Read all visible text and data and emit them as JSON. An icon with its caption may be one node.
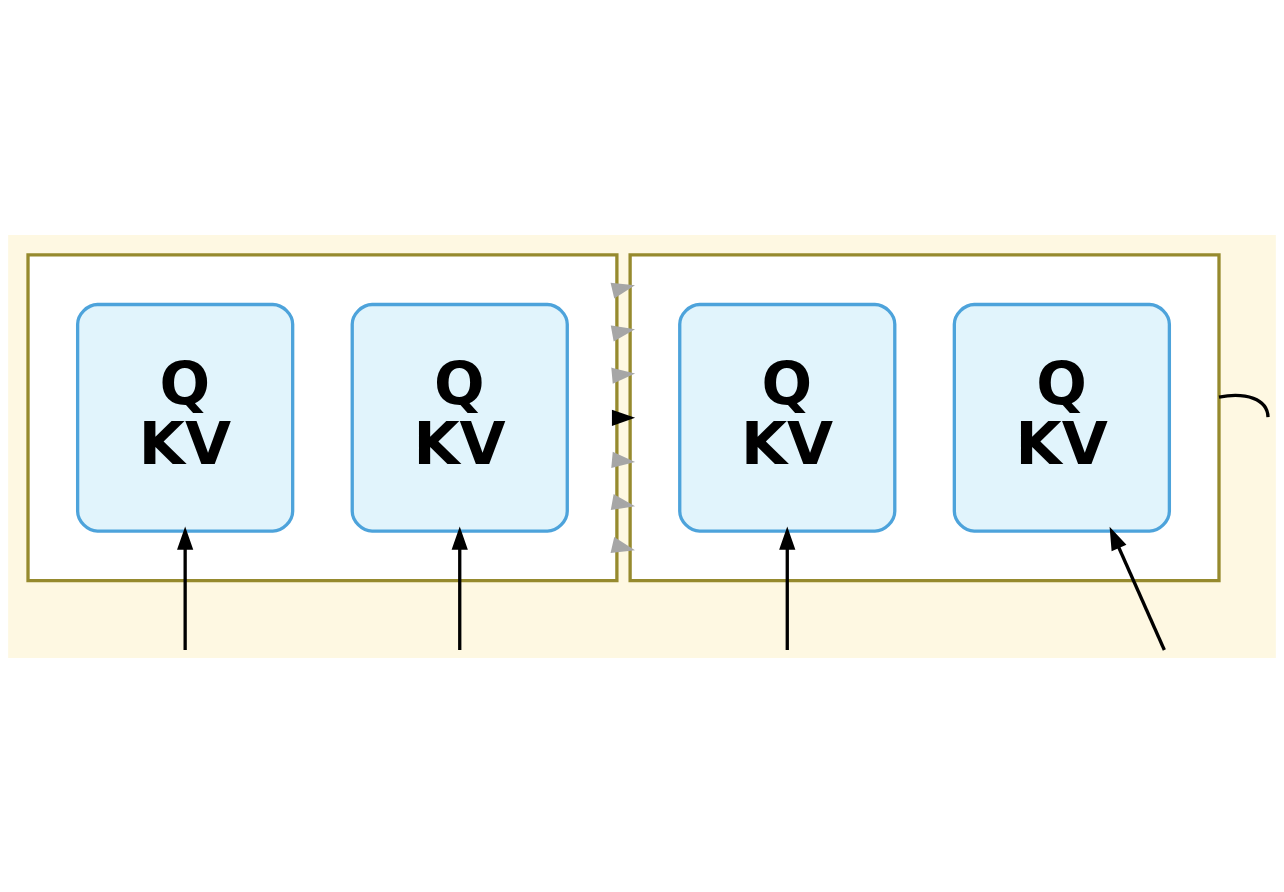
{
  "diagram": {
    "nodes": [
      {
        "text": [],
        "shape": "trapezium"
      },
      {
        "text": [
          "Q",
          "KV"
        ],
        "in": 0
      },
      {
        "text": [
          "Q",
          "KV"
        ],
        "in": 0
      },
      {
        "text": [],
        "shape": "trapezium"
      },
      {
        "text": [
          "Q",
          "KV"
        ],
        "in": 3
      },
      {
        "text": [
          "Q",
          "KV"
        ],
        "in": 3
      }
    ],
    "edges": [
      {
        "from": 0,
        "to": 3,
        "arrow": "to",
        "style": "dashed",
        "color": "#a6a6a6"
      },
      {
        "from": 0,
        "to": 3,
        "arrow": "to",
        "style": "dashed",
        "color": "#a6a6a6"
      },
      {
        "from": 0,
        "to": 3,
        "arrow": "to",
        "style": "dashed",
        "color": "#a6a6a6"
      },
      {
        "from": 0,
        "to": 3,
        "arrow": "to",
        "color": "#000000"
      },
      {
        "from": 0,
        "to": 3,
        "arrow": "to",
        "style": "dashed",
        "color": "#a6a6a6"
      },
      {
        "from": 0,
        "to": 3,
        "arrow": "to",
        "style": "dashed",
        "color": "#a6a6a6"
      },
      {
        "from": 0,
        "to": 3,
        "arrow": "to",
        "style": "dashed",
        "color": "#a6a6a6"
      },
      {
        "from": null,
        "to": 1,
        "arrow": "to",
        "color": "#000000"
      },
      {
        "from": null,
        "to": 2,
        "arrow": "to",
        "color": "#000000"
      },
      {
        "from": null,
        "to": 4,
        "arrow": "to",
        "color": "#000000"
      },
      {
        "from": null,
        "to": 5,
        "arrow": "to",
        "color": "#000000"
      },
      {
        "from": 3,
        "to": null,
        "arrow": "none",
        "color": "#000000"
      }
    ]
  }
}
